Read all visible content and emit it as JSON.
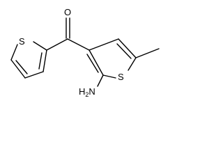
{
  "molecule": {
    "atoms": {
      "oxygen": "O",
      "sulfur_left": "S",
      "sulfur_right": "S",
      "amine_h": "H",
      "amine_sub": "2",
      "amine_n": "N"
    }
  }
}
